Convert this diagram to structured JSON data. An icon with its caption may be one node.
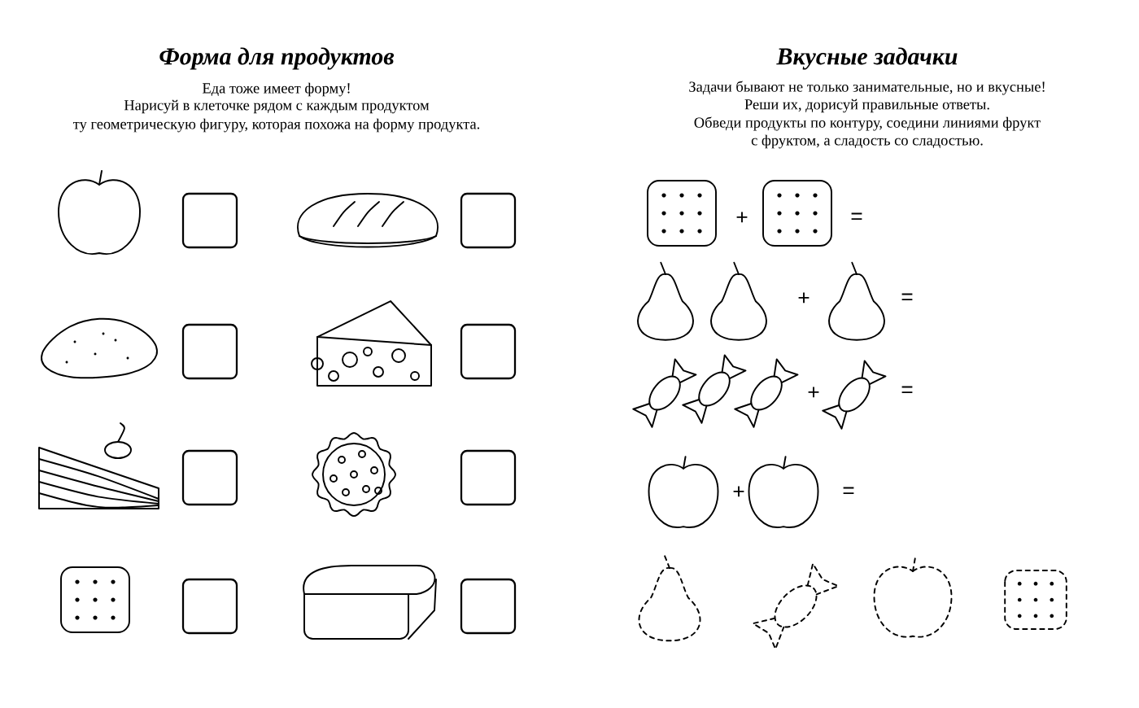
{
  "diagram": {
    "labels": [
      "Форма для продуктов",
      "Еда тоже имеет форму!",
      "Нарисуй в клеточке рядом с каждым продуктом",
      "ту геометрическую  фигуру, которая похожа на форму продукта.",
      "Вкусные задачки",
      "Задачи бывают не только занимательные, но и вкусные!",
      "Реши их, дорисуй правильные ответы.",
      "Обведи продукты по контуру, соедини линиями фрукт",
      "с фруктом, а сладость со сладостью.",
      "+",
      "=",
      "+",
      "=",
      "+",
      "=",
      "+",
      "="
    ]
  }
}
